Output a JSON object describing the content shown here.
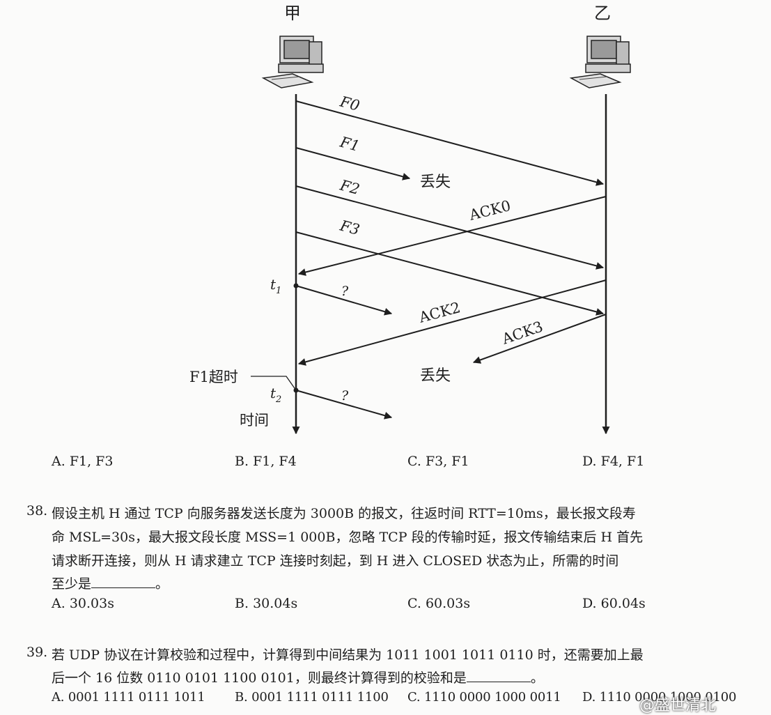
{
  "diagram": {
    "host_a": "甲",
    "host_b": "乙",
    "segments": {
      "f0": "F0",
      "f1": "F1",
      "f2": "F2",
      "f3": "F3"
    },
    "acks": {
      "ack0": "ACK0",
      "ack2": "ACK2",
      "ack3": "ACK3"
    },
    "lost_label": "丢失",
    "unknown": "?",
    "t1": "t",
    "t1_sub": "1",
    "t2": "t",
    "t2_sub": "2",
    "timeout_label": "F1超时",
    "time_axis": "时间"
  },
  "q37_options": [
    {
      "letter": "A.",
      "text": "F1, F3"
    },
    {
      "letter": "B.",
      "text": "F1, F4"
    },
    {
      "letter": "C.",
      "text": "F3, F1"
    },
    {
      "letter": "D.",
      "text": "F4, F1"
    }
  ],
  "q38": {
    "number": "38.",
    "lines": [
      "假设主机 H 通过 TCP 向服务器发送长度为 3000B 的报文，往返时间 RTT=10ms，最长报文段寿",
      "命 MSL=30s，最大报文段长度 MSS=1 000B，忽略 TCP 段的传输时延，报文传输结束后 H 首先",
      "请求断开连接，则从 H 请求建立 TCP 连接时刻起，到 H 进入 CLOSED 状态为止，所需的时间",
      "至少是"
    ],
    "end_punct": "。",
    "options": [
      {
        "letter": "A.",
        "text": "30.03s"
      },
      {
        "letter": "B.",
        "text": "30.04s"
      },
      {
        "letter": "C.",
        "text": "60.03s"
      },
      {
        "letter": "D.",
        "text": "60.04s"
      }
    ]
  },
  "q39": {
    "number": "39.",
    "lines": [
      "若 UDP 协议在计算校验和过程中，计算得到中间结果为 1011 1001 1011 0110 时，还需要加上最",
      "后一个 16 位数 0110 0101 1100 0101，则最终计算得到的校验和是"
    ],
    "end_punct": "。",
    "options": [
      {
        "letter": "A.",
        "text": "0001 1111 0111 1011"
      },
      {
        "letter": "B.",
        "text": "0001 1111 0111 1100"
      },
      {
        "letter": "C.",
        "text": "1110 0000 1000 0011"
      },
      {
        "letter": "D.",
        "text": "1110 0000 1000 0100"
      }
    ]
  },
  "watermark": "@盛世清北"
}
